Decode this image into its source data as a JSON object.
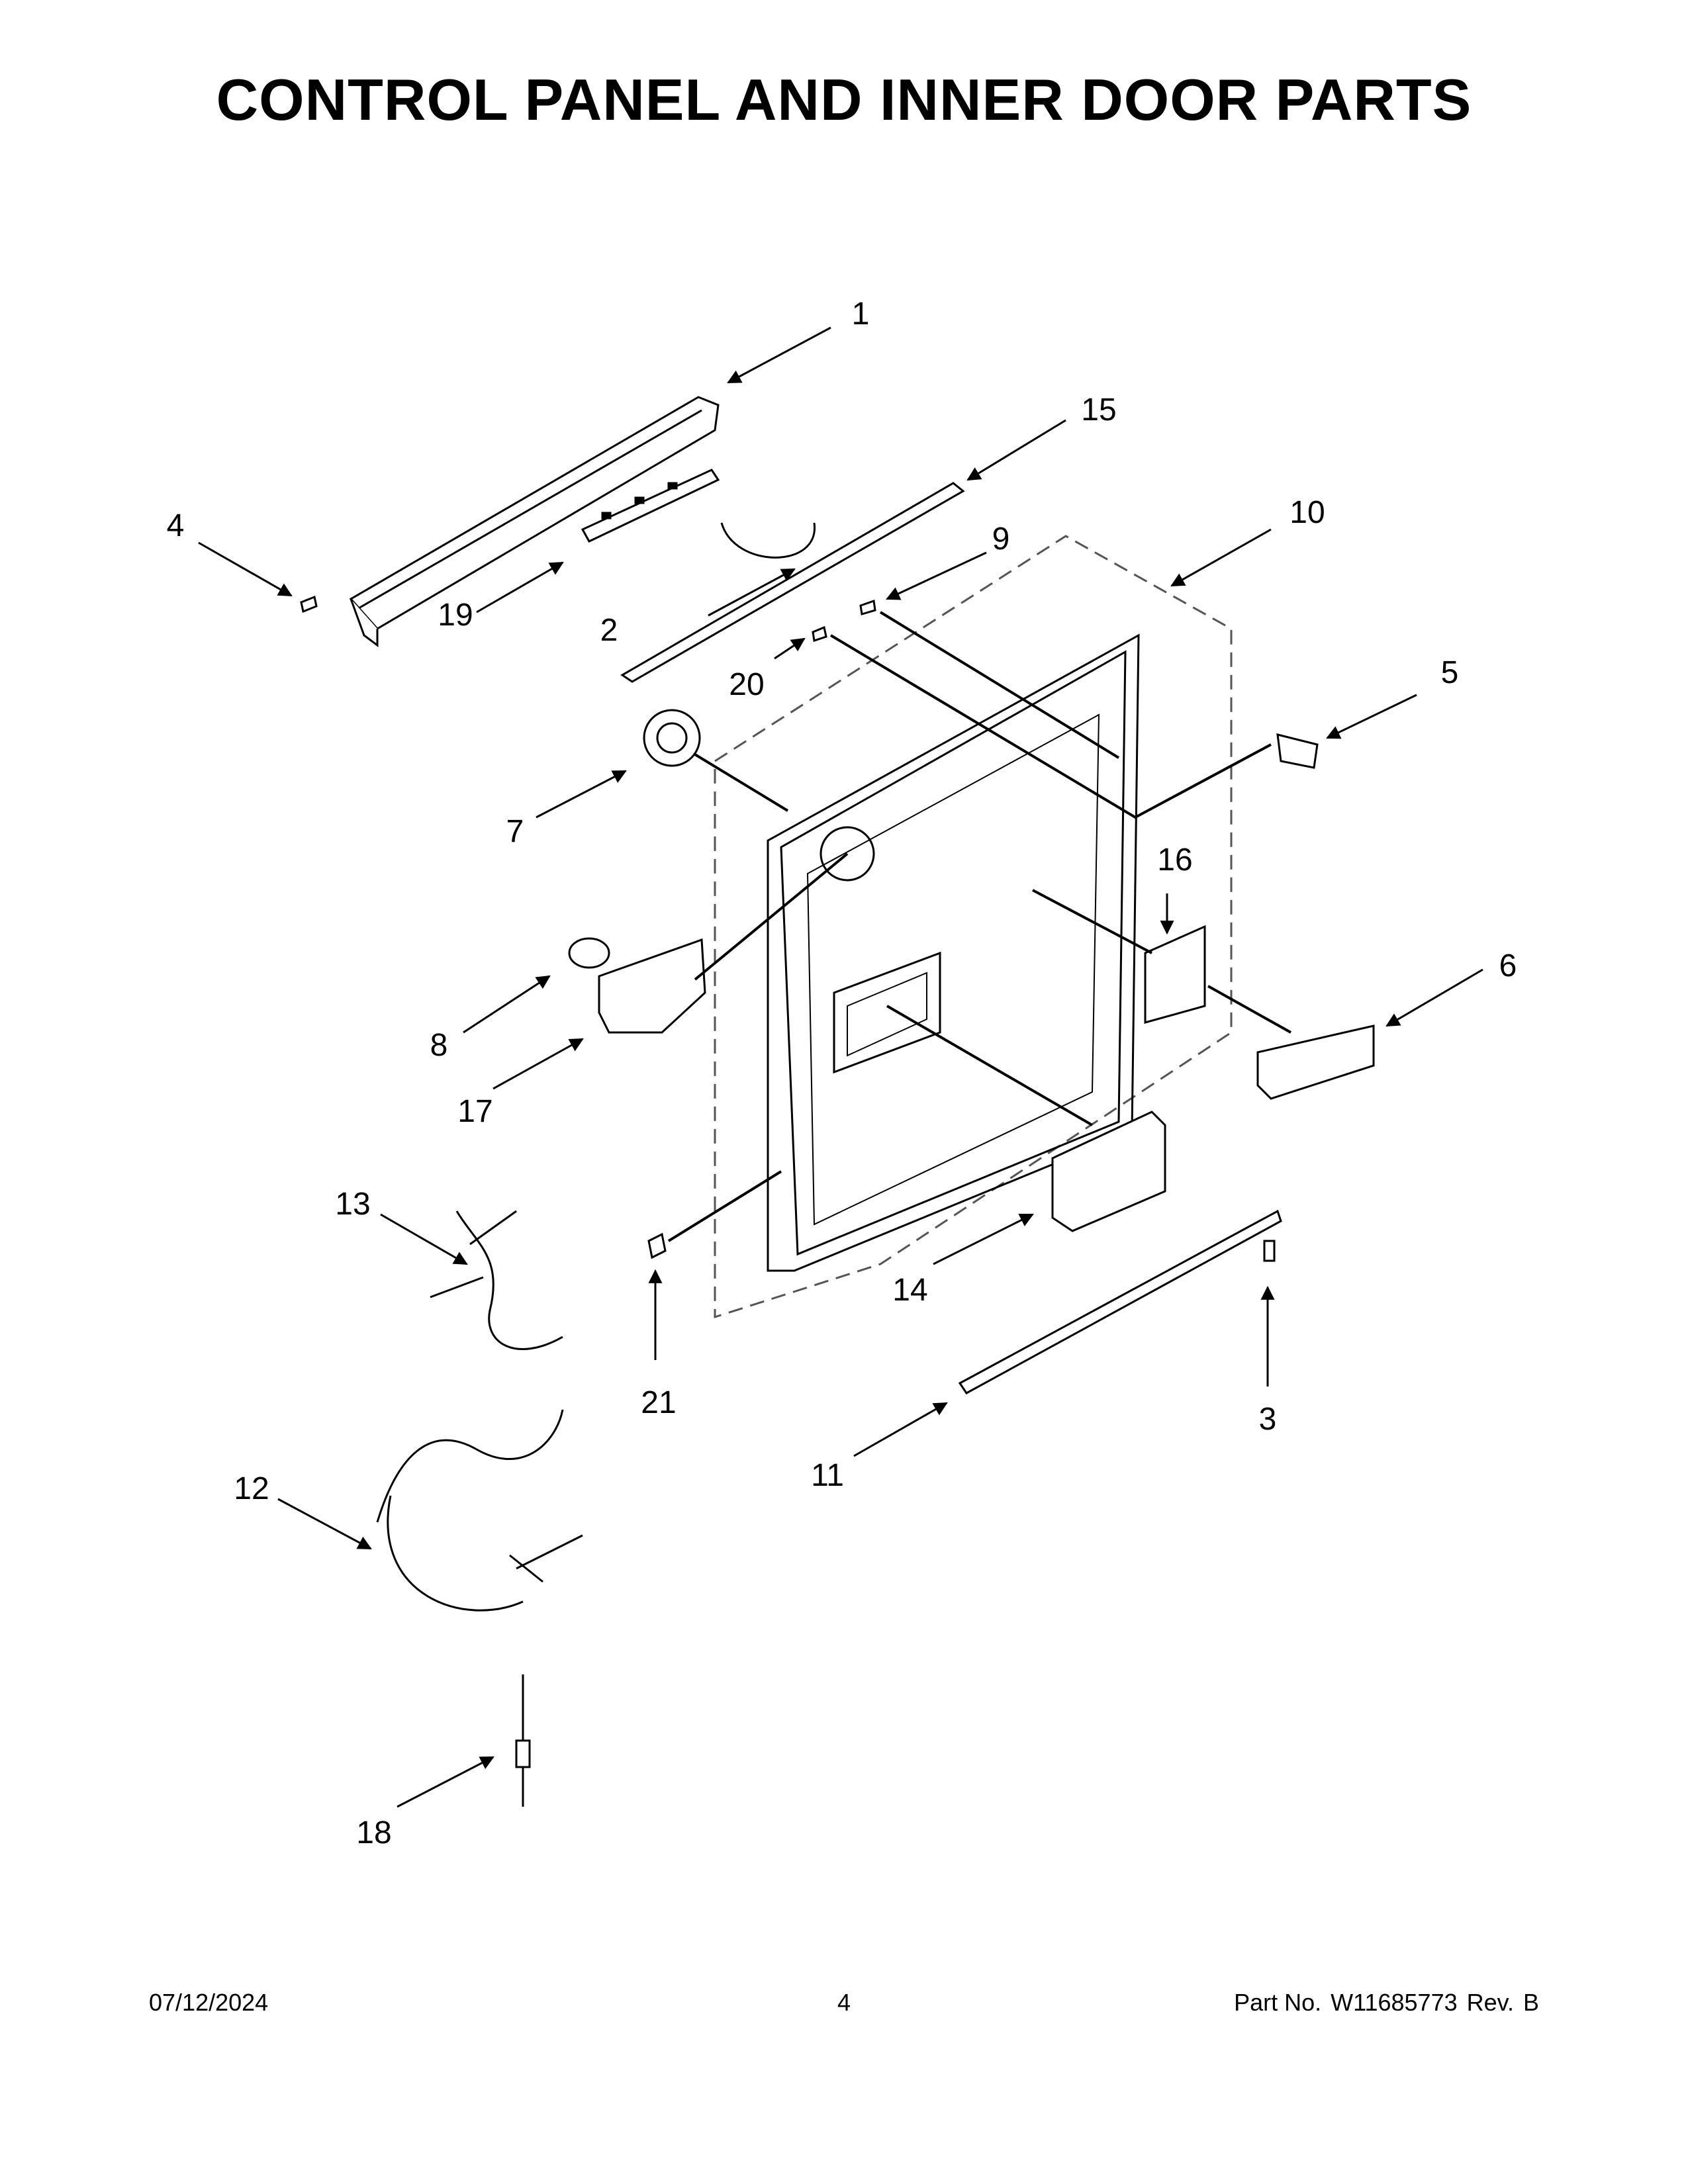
{
  "title": "CONTROL PANEL AND INNER DOOR PARTS",
  "callouts": [
    "1",
    "2",
    "3",
    "4",
    "5",
    "6",
    "7",
    "8",
    "9",
    "10",
    "11",
    "12",
    "13",
    "14",
    "15",
    "16",
    "17",
    "18",
    "19",
    "20",
    "21"
  ],
  "footer": {
    "date": "07/12/2024",
    "page": "4",
    "part_label": "Part No.",
    "part_number": "W11685773",
    "rev_label": "Rev.",
    "rev": "B"
  }
}
